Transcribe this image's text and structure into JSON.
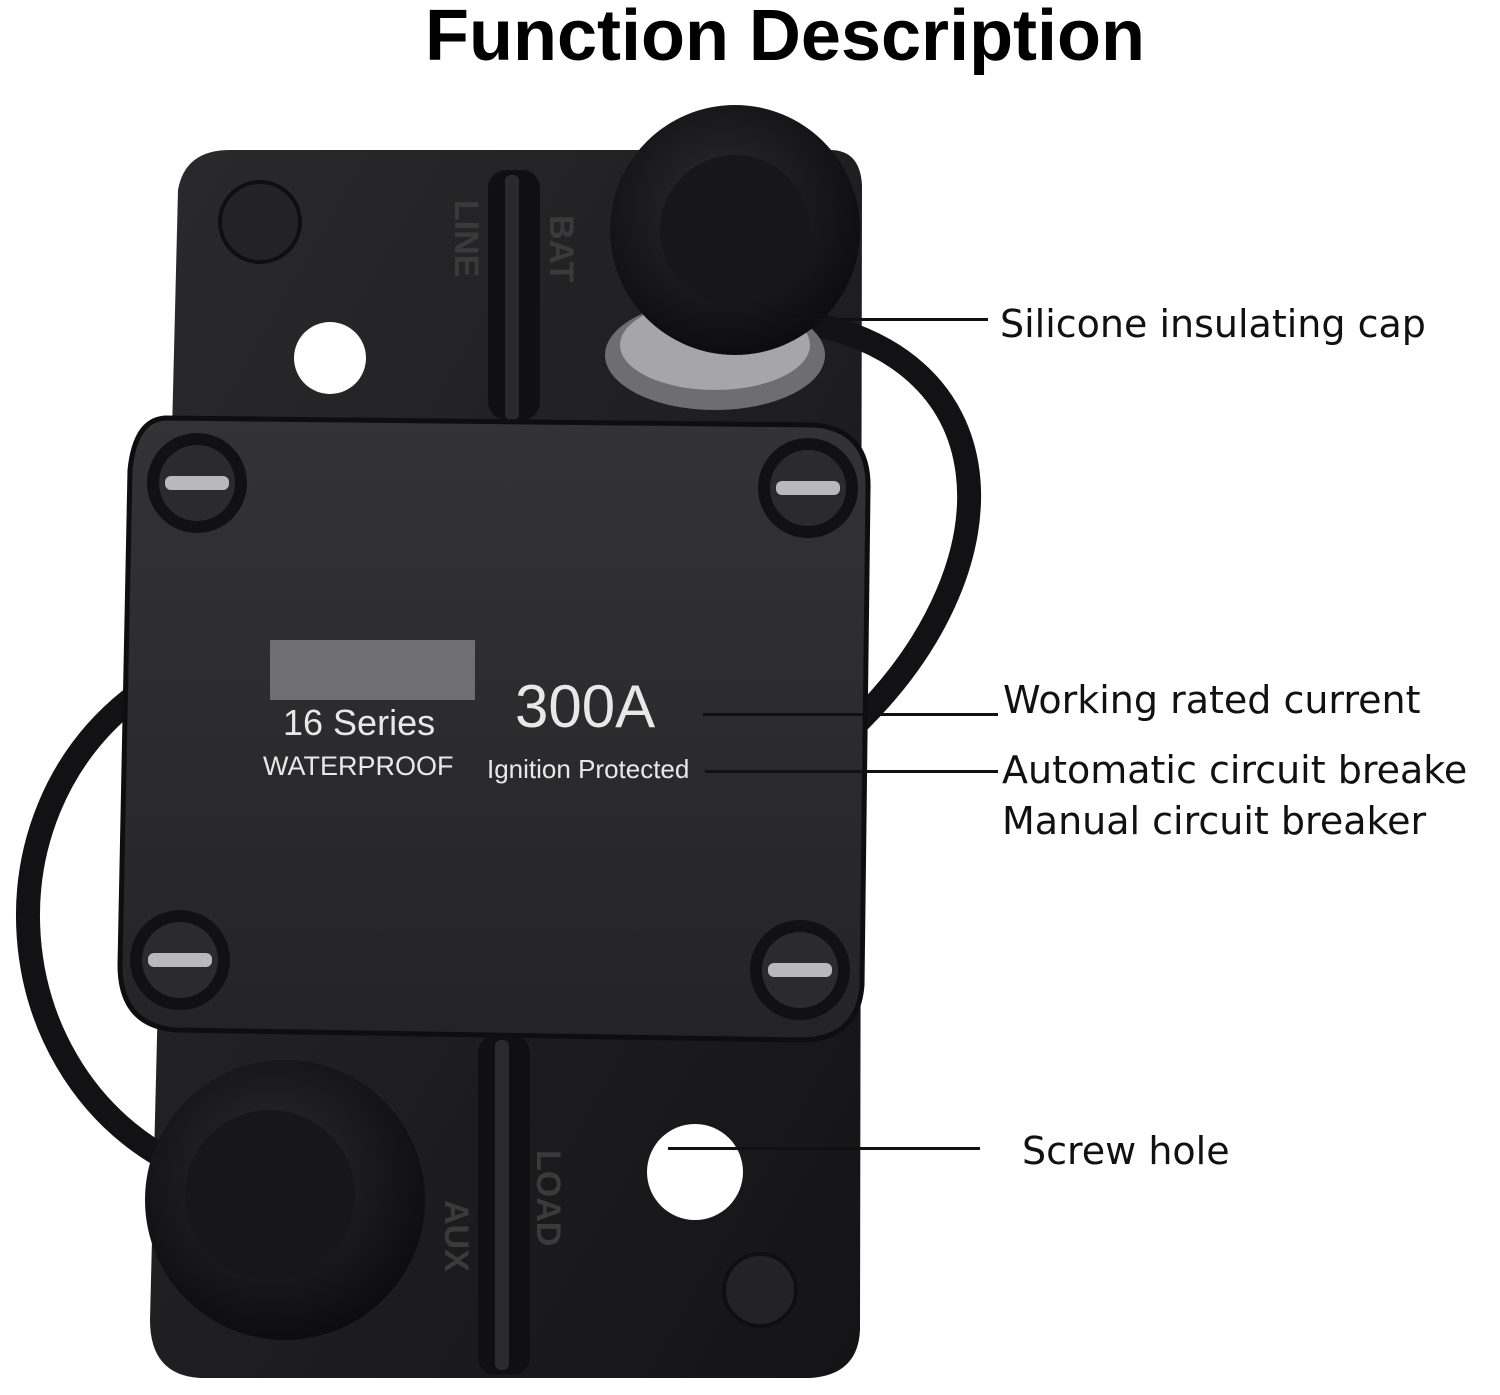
{
  "title": "Function Description",
  "product": {
    "series_text": "16 Series",
    "waterproof_text": "WATERPROOF",
    "rating_text": "300A",
    "ignition_text": "Ignition Protected",
    "top_stud_labels": [
      "BAT",
      "LINE"
    ],
    "bottom_stud_labels": [
      "LOAD",
      "AUX"
    ]
  },
  "callouts": {
    "cap": "Silicone insulating cap",
    "current": "Working rated current",
    "auto_breaker": "Automatic circuit breake",
    "manual_breaker": "Manual circuit breaker",
    "screw_hole": "Screw hole"
  },
  "colors": {
    "background": "#ffffff",
    "body": "#1b1b1d",
    "faceplate": "#2a2a2c",
    "text": "#111111"
  }
}
